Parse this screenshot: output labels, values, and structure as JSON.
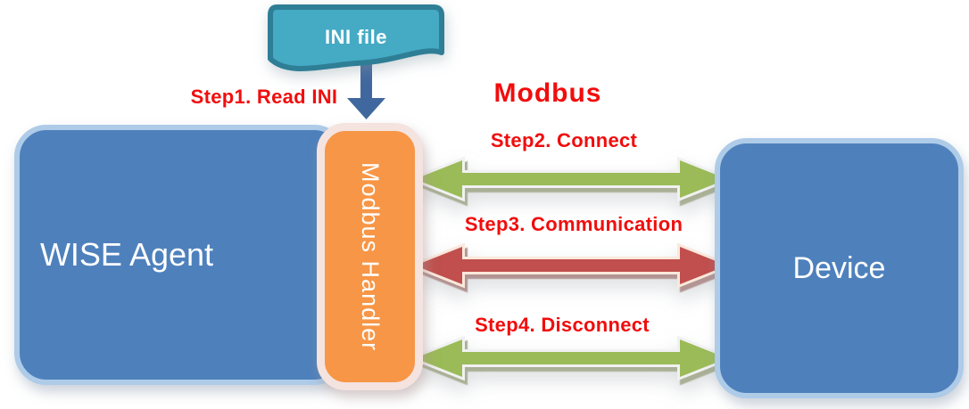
{
  "diagram": {
    "ini_file": {
      "label": "INI file",
      "fill": "#45AAC4",
      "border": "#2E7E96"
    },
    "step1_label": "Step1. Read INI",
    "modbus_title": "Modbus",
    "nodes": {
      "wise_agent": {
        "label": "WISE Agent"
      },
      "modbus_handler": {
        "label": "Modbus Handler"
      },
      "device": {
        "label": "Device"
      }
    },
    "node_colors": {
      "blue_fill": "#4E81BC",
      "blue_border": "#AECBE8",
      "orange_fill": "#F79646",
      "orange_border": "#F4E3DF"
    },
    "label_color": "#F10D0D",
    "down_arrow_color": "#41689E",
    "arrows": [
      {
        "label": "Step2. Connect",
        "fill": "#9BBB59",
        "outline": "#F1F1F1",
        "shadow": "#A9B096"
      },
      {
        "label": "Step3. Communication",
        "fill": "#C0504D",
        "outline": "#FAE8DC",
        "shadow": "#B29492"
      },
      {
        "label": "Step4. Disconnect",
        "fill": "#9BBB59",
        "outline": "#F1F1F1",
        "shadow": "#A9B096"
      }
    ]
  }
}
